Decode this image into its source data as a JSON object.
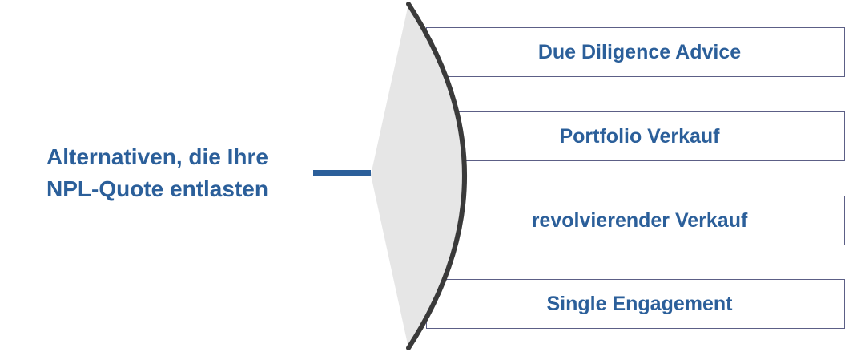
{
  "diagram": {
    "left_label_lines": [
      "Alternativen, die Ihre",
      "NPL-Quote entlasten"
    ],
    "options": [
      {
        "label": "Due Diligence Advice"
      },
      {
        "label": "Portfolio Verkauf"
      },
      {
        "label": "revolvierender Verkauf"
      },
      {
        "label": "Single Engagement"
      }
    ]
  },
  "colors": {
    "text_blue": "#2b5f9a",
    "box_border": "#5c5f86",
    "lens_fill": "#e6e6e6",
    "lens_arc": "#3a3a3a"
  }
}
